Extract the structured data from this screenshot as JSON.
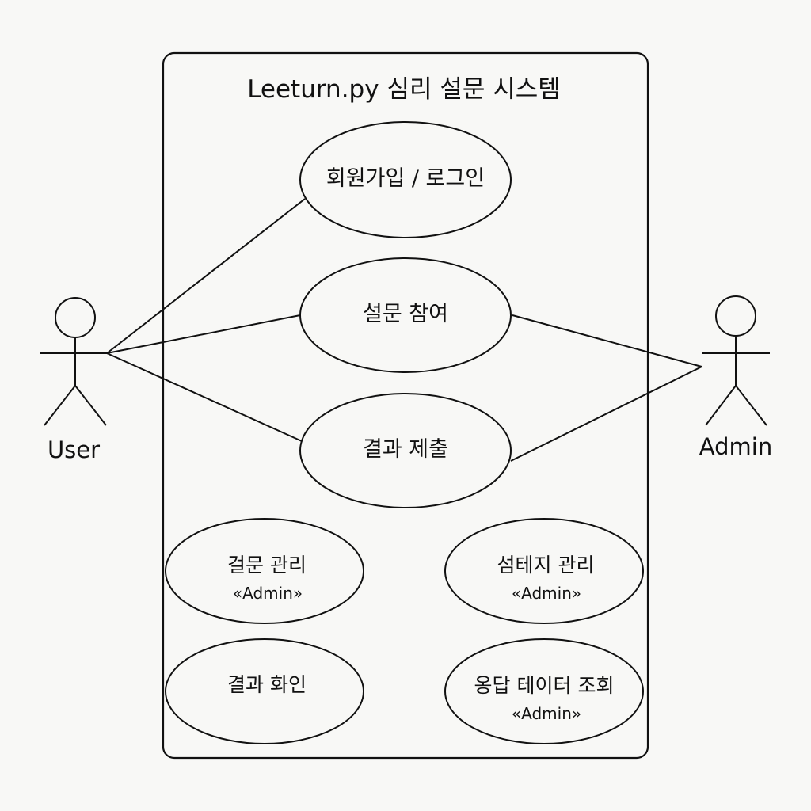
{
  "system": {
    "title": "Leeturn.py 심리 설문 시스템"
  },
  "actors": {
    "user": {
      "name": "User"
    },
    "admin": {
      "name": "Admin"
    }
  },
  "use_cases": {
    "signup_login": {
      "label": "회원가입 / 로그인"
    },
    "survey_participation": {
      "label": "설문 참여"
    },
    "result_submission": {
      "label": "결과 제출"
    },
    "question_management": {
      "label": "걸문 관리",
      "stereotype": "«Admin»"
    },
    "option_management": {
      "label": "섬테지 관리",
      "stereotype": "«Admin»"
    },
    "result_check": {
      "label": "결과 화인"
    },
    "response_data_view": {
      "label": "옹답 테이터 조회",
      "stereotype": "«Admin»"
    }
  },
  "colors": {
    "background": "#f8f8f6",
    "stroke": "#111111"
  }
}
